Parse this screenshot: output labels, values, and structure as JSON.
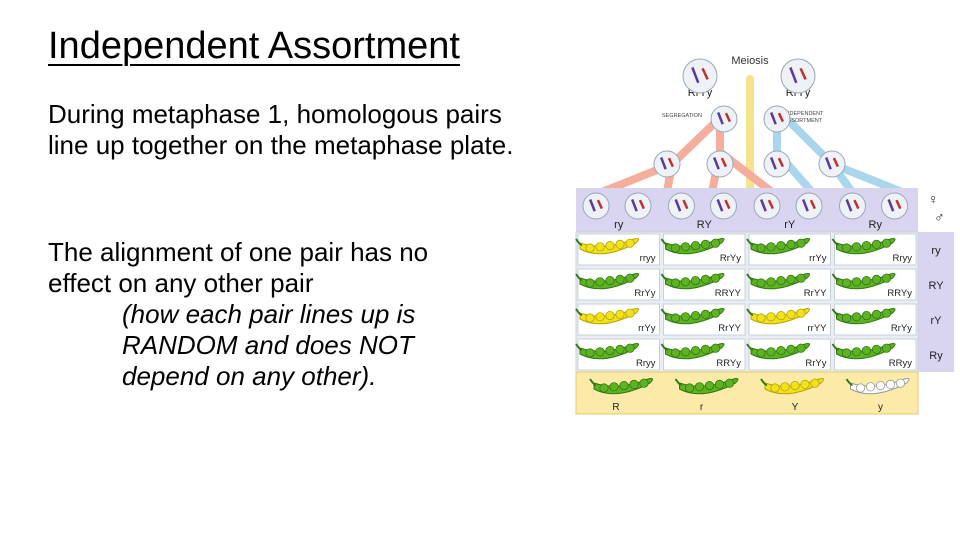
{
  "slide": {
    "title": "Independent Assortment",
    "paragraph1": "During metaphase 1, homologous pairs line up together on the metaphase plate.",
    "paragraph2_lines": [
      "The alignment of one pair has no",
      "effect on any other pair"
    ],
    "paragraph2_indented_lines": [
      "(how each pair lines up is",
      "RANDOM and does NOT",
      "depend on any other)."
    ]
  },
  "figure": {
    "heading": "Meiosis",
    "parent_genotypes": [
      "RrYy",
      "RrYy"
    ],
    "left_note": "SEGREGATION",
    "right_note_lines": [
      "INDEPENDENT",
      "ASSORTMENT"
    ],
    "female_symbol": "♀",
    "male_symbol": "♂",
    "gametes_top": [
      "ry",
      "RY",
      "rY",
      "Ry"
    ],
    "gametes_side": [
      "ry",
      "RY",
      "rY",
      "Ry"
    ],
    "grid": [
      [
        {
          "g": "rryy",
          "c": "yellow"
        },
        {
          "g": "RrYy",
          "c": "green"
        },
        {
          "g": "rrYy",
          "c": "green"
        },
        {
          "g": "Rryy",
          "c": "green"
        }
      ],
      [
        {
          "g": "RrYy",
          "c": "green"
        },
        {
          "g": "RRYY",
          "c": "green"
        },
        {
          "g": "RrYY",
          "c": "green"
        },
        {
          "g": "RRYy",
          "c": "green"
        }
      ],
      [
        {
          "g": "rrYy",
          "c": "yellow"
        },
        {
          "g": "RrYY",
          "c": "green"
        },
        {
          "g": "rrYY",
          "c": "yellow"
        },
        {
          "g": "RrYy",
          "c": "green"
        }
      ],
      [
        {
          "g": "Rryy",
          "c": "green"
        },
        {
          "g": "RRYy",
          "c": "green"
        },
        {
          "g": "RrYy",
          "c": "green"
        },
        {
          "g": "RRyy",
          "c": "green"
        }
      ]
    ],
    "key_labels": [
      "R",
      "r",
      "Y",
      "y"
    ],
    "colors": {
      "pea_green": "#5fb322",
      "pea_yellow": "#f2e21a",
      "pea_white": "#ffffff",
      "grid_bg": "#e8eef4",
      "header_bg": "#d9d4f0",
      "key_bg": "#fbeaa8",
      "red_line": "#f4a08a",
      "yellow_line": "#f5df7a",
      "blue_line": "#9cd0ea"
    }
  }
}
